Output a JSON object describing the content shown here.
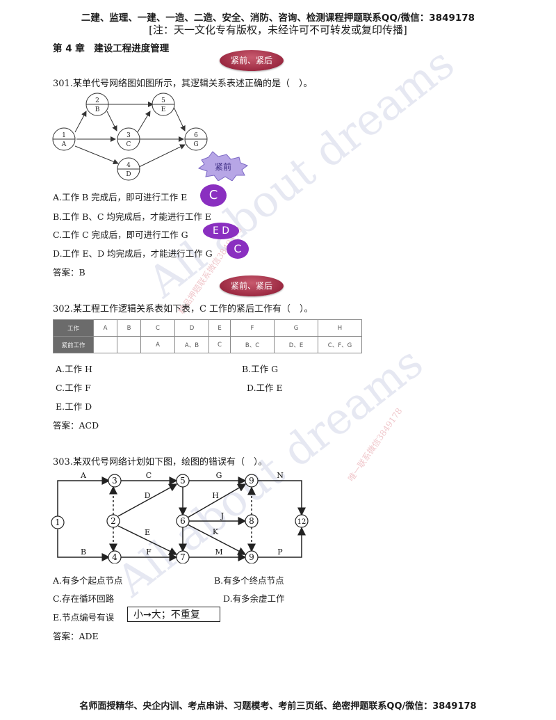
{
  "header": {
    "line1": "二建、监理、一建、一造、二造、安全、消防、咨询、检测课程押题联系QQ/微信：3849178",
    "line2": "[注：天一文化专有版权，未经许可不可转发或复印传播]"
  },
  "chapter": "第 4 章　建设工程进度管理",
  "watermarks": {
    "text1": "All about dreams",
    "text2": "All about dreams",
    "small1": "精品押题联系微信3849178",
    "small2": "唯一联系微信3849178"
  },
  "q301": {
    "pill": "紧前、紧后",
    "stem": "301.某单代号网络图如图所示，其逻辑关系表述正确的是（　）。",
    "nodes": [
      {
        "num": "1",
        "label": "A"
      },
      {
        "num": "2",
        "label": "B"
      },
      {
        "num": "3",
        "label": "C"
      },
      {
        "num": "4",
        "label": "D"
      },
      {
        "num": "5",
        "label": "E"
      },
      {
        "num": "6",
        "label": "G"
      }
    ],
    "star": "紧前",
    "options": {
      "a": "A.工作 B 完成后，即可进行工作 E",
      "b": "B.工作 B、C 均完成后，才能进行工作 E",
      "c": "C.工作 C 完成后，即可进行工作 G",
      "d": "D.工作 E、D 均完成后，才能进行工作 G"
    },
    "bubbles": {
      "a": "C",
      "c": "E D",
      "d": "C"
    },
    "answer": "答案：B"
  },
  "q302": {
    "pill": "紧前、紧后",
    "stem": "302.某工程工作逻辑关系表如下表，C 工作的紧后工作有（　）。",
    "table": {
      "row1_head": "工作",
      "row2_head": "紧前工作",
      "works": [
        "A",
        "B",
        "C",
        "D",
        "E",
        "F",
        "G",
        "H"
      ],
      "preds": [
        "",
        "",
        "A",
        "A、B",
        "C",
        "B、C",
        "D、E",
        "C、F、G"
      ]
    },
    "options": {
      "a": "A.工作 H",
      "b": "B.工作 G",
      "c": "C.工作 F",
      "d": "D.工作 E",
      "e": "E.工作 D"
    },
    "answer": "答案：ACD"
  },
  "q303": {
    "stem": "303.某双代号网络计划如下图，绘图的错误有（　）。",
    "nodes": [
      "1",
      "2",
      "3",
      "4",
      "5",
      "6",
      "7",
      "8",
      "9",
      "9",
      "12"
    ],
    "activities": [
      "A",
      "B",
      "C",
      "D",
      "E",
      "F",
      "G",
      "H",
      "J",
      "K",
      "M",
      "N",
      "P"
    ],
    "options": {
      "a": "A.有多个起点节点",
      "b": "B.有多个终点节点",
      "c": "C.存在循环回路",
      "d": "D.有多余虚工作",
      "e": "E.节点编号有误"
    },
    "note": "小→大；不重复",
    "answer": "答案：ADE"
  },
  "footer": "名师面授精华、央企内训、考点串讲、习题模考、考前三页纸、绝密押题联系QQ/微信：3849178",
  "colors": {
    "pill": "#9c2a42",
    "bubble": "#8a2fc0",
    "star": "#b7a6e6"
  }
}
